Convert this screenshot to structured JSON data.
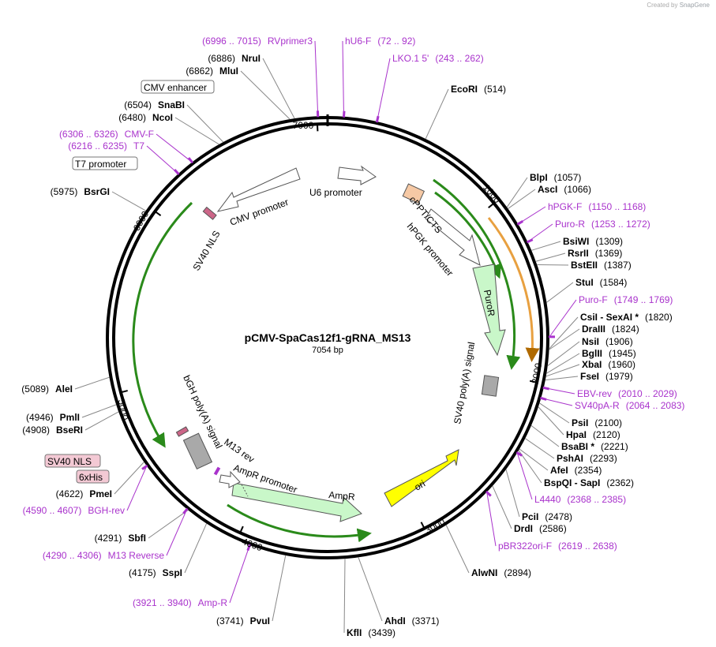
{
  "credit": {
    "prefix": "Created by",
    "brand": "SnapGene"
  },
  "plasmid": {
    "name": "pCMV-SpaCas12f1-gRNA_MS13",
    "size_label": "7054 bp"
  },
  "ticks": [
    "1000",
    "2000",
    "3000",
    "4000",
    "5000",
    "6000",
    "7000"
  ],
  "features": [
    {
      "label": "U6 promoter",
      "color": "#ffffff"
    },
    {
      "label": "cPPT/CTS",
      "color": "#f6c9a5"
    },
    {
      "label": "hPGK promoter",
      "color": "#ffffff"
    },
    {
      "label": "PuroR",
      "color": "#c9f7c9"
    },
    {
      "label": "SV40 poly(A) signal",
      "color": "#a9a9a9"
    },
    {
      "label": "ori",
      "color": "#ffff00"
    },
    {
      "label": "AmpR",
      "color": "#c9f7c9"
    },
    {
      "label": "AmpR promoter",
      "color": "#ffffff"
    },
    {
      "label": "M13 rev",
      "color": "#a933cc"
    },
    {
      "label": "bGH poly(A) signal",
      "color": "#a9a9a9"
    },
    {
      "label": "CMV promoter",
      "color": "#ffffff"
    },
    {
      "label": "SV40 NLS",
      "color": "#cc6688"
    }
  ],
  "boxed_labels": [
    {
      "label": "CMV enhancer"
    },
    {
      "label": "T7 promoter"
    },
    {
      "label": "SV40 NLS"
    },
    {
      "label": "6xHis"
    }
  ],
  "sites": [
    {
      "pos": "(6996 .. 7015)",
      "name": "RVprimer3",
      "primer": true
    },
    {
      "pos": "(72 .. 92)",
      "name": "hU6-F",
      "primer": true
    },
    {
      "pos": "(243 .. 262)",
      "name": "LKO.1 5'",
      "primer": true
    },
    {
      "pos": "(6886)",
      "name": "NruI",
      "primer": false
    },
    {
      "pos": "(6862)",
      "name": "MluI",
      "primer": false
    },
    {
      "pos": "(514)",
      "name": "EcoRI",
      "primer": false
    },
    {
      "pos": "(6504)",
      "name": "SnaBI",
      "primer": false
    },
    {
      "pos": "(6480)",
      "name": "NcoI",
      "primer": false
    },
    {
      "pos": "(6306 .. 6326)",
      "name": "CMV-F",
      "primer": true
    },
    {
      "pos": "(6216 .. 6235)",
      "name": "T7",
      "primer": true
    },
    {
      "pos": "(5975)",
      "name": "BsrGI",
      "primer": false
    },
    {
      "pos": "(1057)",
      "name": "BlpI",
      "primer": false
    },
    {
      "pos": "(1066)",
      "name": "AscI",
      "primer": false
    },
    {
      "pos": "(1150 .. 1168)",
      "name": "hPGK-F",
      "primer": true
    },
    {
      "pos": "(1253 .. 1272)",
      "name": "Puro-R",
      "primer": true
    },
    {
      "pos": "(1309)",
      "name": "BsiWI",
      "primer": false
    },
    {
      "pos": "(1369)",
      "name": "RsrII",
      "primer": false
    },
    {
      "pos": "(1387)",
      "name": "BstEII",
      "primer": false
    },
    {
      "pos": "(1584)",
      "name": "StuI",
      "primer": false
    },
    {
      "pos": "(1749 .. 1769)",
      "name": "Puro-F",
      "primer": true
    },
    {
      "pos": "(1820)",
      "name": "CsiI  -  SexAI *",
      "primer": false
    },
    {
      "pos": "(1824)",
      "name": "DraIII",
      "primer": false
    },
    {
      "pos": "(1906)",
      "name": "NsiI",
      "primer": false
    },
    {
      "pos": "(1945)",
      "name": "BglII",
      "primer": false
    },
    {
      "pos": "(1960)",
      "name": "XbaI",
      "primer": false
    },
    {
      "pos": "(1979)",
      "name": "FseI",
      "primer": false
    },
    {
      "pos": "(2010 .. 2029)",
      "name": "EBV-rev",
      "primer": true
    },
    {
      "pos": "(2064 .. 2083)",
      "name": "SV40pA-R",
      "primer": true
    },
    {
      "pos": "(2100)",
      "name": "PsiI",
      "primer": false
    },
    {
      "pos": "(2120)",
      "name": "HpaI",
      "primer": false
    },
    {
      "pos": "(2221)",
      "name": "BsaBI *",
      "primer": false
    },
    {
      "pos": "(2293)",
      "name": "PshAI",
      "primer": false
    },
    {
      "pos": "(2354)",
      "name": "AfeI",
      "primer": false
    },
    {
      "pos": "(2362)",
      "name": "BspQI  -  SapI",
      "primer": false
    },
    {
      "pos": "(2368 .. 2385)",
      "name": "L4440",
      "primer": true
    },
    {
      "pos": "(2478)",
      "name": "PciI",
      "primer": false
    },
    {
      "pos": "(2586)",
      "name": "DrdI",
      "primer": false
    },
    {
      "pos": "(2619 .. 2638)",
      "name": "pBR322ori-F",
      "primer": true
    },
    {
      "pos": "(2894)",
      "name": "AlwNI",
      "primer": false
    },
    {
      "pos": "(3371)",
      "name": "AhdI",
      "primer": false
    },
    {
      "pos": "(3439)",
      "name": "KflI",
      "primer": false
    },
    {
      "pos": "(3741)",
      "name": "PvuI",
      "primer": false
    },
    {
      "pos": "(3921 .. 3940)",
      "name": "Amp-R",
      "primer": true
    },
    {
      "pos": "(4175)",
      "name": "SspI",
      "primer": false
    },
    {
      "pos": "(4290 .. 4306)",
      "name": "M13 Reverse",
      "primer": true
    },
    {
      "pos": "(4291)",
      "name": "SbfI",
      "primer": false
    },
    {
      "pos": "(4590 .. 4607)",
      "name": "BGH-rev",
      "primer": true
    },
    {
      "pos": "(4622)",
      "name": "PmeI",
      "primer": false
    },
    {
      "pos": "(4908)",
      "name": "BseRI",
      "primer": false
    },
    {
      "pos": "(4946)",
      "name": "PmlI",
      "primer": false
    },
    {
      "pos": "(5089)",
      "name": "AleI",
      "primer": false
    }
  ]
}
